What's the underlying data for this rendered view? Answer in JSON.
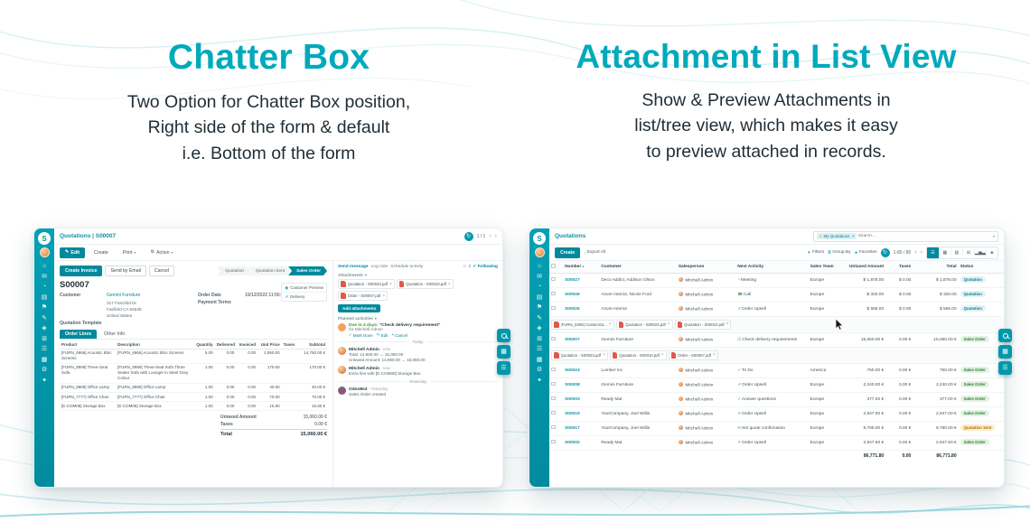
{
  "hero": {
    "left": {
      "title": "Chatter Box",
      "lines": [
        "Two Option for Chatter Box position,",
        "Right side of the form & default",
        "i.e. Bottom of the form"
      ]
    },
    "right": {
      "title": "Attachment in List View",
      "lines": [
        "Show & Preview Attachments in",
        "list/tree view, which makes it easy",
        "to preview attached in records."
      ]
    }
  },
  "colors": {
    "brand": "#00a9bc",
    "sidebar_teal": "#0298ac",
    "primary_button": "#02899c",
    "pdf_red": "#e2574c",
    "status_green": "#2e7d32",
    "status_orange": "#b26a00"
  },
  "icons": {
    "filters": "▼",
    "group_by": "≣",
    "favorites": "★",
    "download": "↓",
    "refresh": "↻",
    "prev": "‹",
    "next": "›",
    "sort_asc": "▴",
    "edit_pencil": "✎",
    "gear": "⚙",
    "caret": "▾",
    "views": {
      "list": "☰",
      "kanban": "▦",
      "calendar": "▤",
      "pivot": "⊞",
      "graph": "▂▅▃",
      "map": "◈"
    }
  },
  "sidebar": {
    "logo": "S",
    "icons": [
      {
        "name": "home-icon",
        "glyph": "⌂"
      },
      {
        "name": "discuss-icon",
        "glyph": "✉"
      },
      {
        "name": "clock-icon",
        "glyph": "◔"
      },
      {
        "name": "dashboard-icon",
        "glyph": "▤"
      },
      {
        "name": "flag-icon",
        "glyph": "⚑"
      },
      {
        "name": "notes-icon",
        "glyph": "✎"
      },
      {
        "name": "inventory-icon",
        "glyph": "◈"
      },
      {
        "name": "apps-grid-icon",
        "glyph": "⊞"
      },
      {
        "name": "menu-icon",
        "glyph": "☰"
      },
      {
        "name": "kanban-icon",
        "glyph": "▦"
      },
      {
        "name": "settings-icon",
        "glyph": "⚙"
      },
      {
        "name": "star-icon",
        "glyph": "✦"
      }
    ]
  },
  "form_app": {
    "breadcrumb": "Quotations | S00007",
    "pager": "1 / 1",
    "toolbar": {
      "edit": "Edit",
      "create": "Create",
      "print": "Print",
      "action": "Action"
    },
    "header_buttons": {
      "create_invoice": "Create Invoice",
      "send_by_email": "Send by Email",
      "cancel": "Cancel"
    },
    "statusbar": [
      {
        "label": "Quotation",
        "active": false
      },
      {
        "label": "Quotation Sent",
        "active": false
      },
      {
        "label": "Sales Order",
        "active": true
      }
    ],
    "stat_buttons": [
      {
        "label": "Customer Preview"
      },
      {
        "label": "Delivery"
      }
    ],
    "record_name": "S00007",
    "fields": {
      "customer_label": "Customer",
      "customer_name": "Gemini Furniture",
      "address_lines": [
        "317 Fairchild Dr",
        "Fairfield CA 94535",
        "United States"
      ],
      "order_date_label": "Order Date",
      "order_date": "10/12/2022 11:50:23",
      "payment_terms_label": "Payment Terms",
      "quotation_template_label": "Quotation Template"
    },
    "tabs": [
      {
        "label": "Order Lines",
        "active": true
      },
      {
        "label": "Other Info",
        "active": false
      }
    ],
    "order_lines": {
      "headers": [
        "Product",
        "Description",
        "Quantity",
        "Delivered",
        "Invoiced",
        "Unit Price",
        "Taxes",
        "Subtotal"
      ],
      "rows": [
        {
          "product": "[FURN_6666] Acoustic Bloc Screens",
          "description": "[FURN_6666] Acoustic Bloc Screens",
          "quantity": "5.00",
          "delivered": "0.00",
          "invoiced": "0.00",
          "unit_price": "2,950.00",
          "taxes": "",
          "subtotal": "14,750.00 €"
        },
        {
          "product": "[FURN_8999] Three-Seat Sofa",
          "description": "[FURN_8999] Three-Seat Sofa Three Seater Sofa with Lounger in Steel Grey Colour",
          "quantity": "1.00",
          "delivered": "0.00",
          "invoiced": "0.00",
          "unit_price": "170.00",
          "taxes": "",
          "subtotal": "170.00 €"
        },
        {
          "product": "[FURN_8888] Office Lamp",
          "description": "[FURN_8888] Office Lamp",
          "quantity": "1.00",
          "delivered": "0.00",
          "invoiced": "0.00",
          "unit_price": "40.00",
          "taxes": "",
          "subtotal": "40.00 €"
        },
        {
          "product": "[FURN_7777] Office Chair",
          "description": "[FURN_7777] Office Chair",
          "quantity": "1.00",
          "delivered": "0.00",
          "invoiced": "0.00",
          "unit_price": "70.00",
          "taxes": "",
          "subtotal": "70.00 €"
        },
        {
          "product": "[E-COM08] Storage Box",
          "description": "[E-COM08] Storage Box",
          "quantity": "1.00",
          "delivered": "0.00",
          "invoiced": "0.00",
          "unit_price": "15.80",
          "taxes": "",
          "subtotal": "15.80 €"
        }
      ]
    },
    "totals": {
      "untaxed_label": "Untaxed Amount",
      "untaxed": "15,060.00 €",
      "taxes_label": "Taxes",
      "taxes": "0.00 €",
      "total_label": "Total",
      "total": "15,060.00 €"
    },
    "chatter": {
      "send_message": "Send message",
      "log_note": "Log note",
      "schedule_activity": "Schedule activity",
      "followers_count": "2",
      "following": "Following",
      "attachments_label": "Attachments",
      "attachments": [
        "Quotation - S00023.pdf",
        "Quotation - S00010.pdf",
        "Order - S00007.pdf"
      ],
      "add_attachments": "Add attachments",
      "planned_activities_label": "Planned activities",
      "activity": {
        "due": "Due in 4 days:",
        "summary": "\"Check delivery requirement\"",
        "assignee": "for Mitchell Admin",
        "mark_done": "Mark Done",
        "edit": "Edit",
        "cancel": "Cancel"
      },
      "today_label": "Today",
      "yesterday_label": "Yesterday",
      "messages": [
        {
          "author": "Mitchell Admin",
          "time": "- now",
          "lines": [
            "Total: 14,960.00 → 15,060.00",
            "Untaxed Amount: 14,960.00 → 15,060.00"
          ]
        },
        {
          "author": "Mitchell Admin",
          "time": "- now",
          "lines": [
            "Extra line with [E-COM08] Storage Box"
          ]
        },
        {
          "author": "OdooBot",
          "time": "- Yesterday",
          "lines": [
            "Sales Order created"
          ]
        }
      ]
    }
  },
  "list_app": {
    "breadcrumb": "Quotations",
    "search": {
      "facet": "My Quotations",
      "remove": "×",
      "placeholder": "Search..."
    },
    "create_button": "Create",
    "export_all": "Export All",
    "filters": "Filters",
    "group_by": "Group By",
    "favorites": "Favorites",
    "pager": "1-80 / 80",
    "columns": [
      "Number",
      "Customer",
      "Salesperson",
      "Next Activity",
      "Sales Team",
      "Untaxed Amount",
      "Taxes",
      "Total",
      "Status"
    ],
    "rows1": [
      {
        "number": "S00027",
        "customer": "Deco Addict, Addison Olson",
        "salesperson": "Mitchell Admin",
        "activity_glyph": "◔",
        "activity": "Meeting",
        "team": "Europe",
        "untaxed": "$ 1,878.00",
        "taxes": "$ 0.00",
        "total": "$ 1,878.00",
        "status": "Quotation"
      },
      {
        "number": "S00026",
        "customer": "Azure Interior, Nicole Ford",
        "salesperson": "Mitchell Admin",
        "activity_glyph": "☎",
        "activity": "Call",
        "team": "Europe",
        "untaxed": "$ 320.00",
        "taxes": "$ 0.00",
        "total": "$ 320.00",
        "status": "Quotation"
      },
      {
        "number": "S00025",
        "customer": "Azure Interior",
        "salesperson": "Mitchell Admin",
        "activity_glyph": "⇗",
        "activity": "Order Upsell",
        "team": "Europe",
        "untaxed": "$ 566.00",
        "taxes": "$ 0.00",
        "total": "$ 566.00",
        "status": "Quotation"
      }
    ],
    "attach_row1": [
      "[FURN_0269] Customiza...",
      "Quotation - S00023.pdf",
      "Quotation - S00010.pdf"
    ],
    "rows2": [
      {
        "number": "S00007",
        "customer": "Gemini Furniture",
        "salesperson": "Mitchell Admin",
        "activity_glyph": "☑",
        "activity": "Check delivery requirements",
        "team": "Europe",
        "untaxed": "15,060.00 €",
        "taxes": "0.00 €",
        "total": "15,060.00 €",
        "status": "Sales Order"
      }
    ],
    "attach_row2": [
      "Quotation - S00023.pdf",
      "Quotation - S00010.pdf",
      "Order - S00007.pdf"
    ],
    "rows3": [
      {
        "number": "S00024",
        "customer": "Lumber Inc",
        "salesperson": "Mitchell Admin",
        "activity_glyph": "✓",
        "activity": "To Do",
        "team": "America",
        "untaxed": "750.00 €",
        "taxes": "0.00 €",
        "total": "750.00 €",
        "status": "Sales Order"
      },
      {
        "number": "S00008",
        "customer": "Gemini Furniture",
        "salesperson": "Mitchell Admin",
        "activity_glyph": "⇗",
        "activity": "Order Upsell",
        "team": "Europe",
        "untaxed": "2,240.00 €",
        "taxes": "0.00 €",
        "total": "2,240.00 €",
        "status": "Sales Order"
      },
      {
        "number": "S00003",
        "customer": "Ready Mat",
        "salesperson": "Mitchell Admin",
        "activity_glyph": "✓",
        "activity": "Answer questions",
        "team": "Europe",
        "untaxed": "377.00 €",
        "taxes": "0.00 €",
        "total": "377.00 €",
        "status": "Sales Order"
      },
      {
        "number": "S00019",
        "customer": "YourCompany, Joel Willis",
        "salesperson": "Mitchell Admin",
        "activity_glyph": "⇗",
        "activity": "Order Upsell",
        "team": "Europe",
        "untaxed": "2,947.00 €",
        "taxes": "0.00 €",
        "total": "2,947.00 €",
        "status": "Sales Order"
      },
      {
        "number": "S00017",
        "customer": "YourCompany, Joel Willis",
        "salesperson": "Mitchell Admin",
        "activity_glyph": "✉",
        "activity": "Set quote confirmation",
        "team": "Europe",
        "untaxed": "9,790.00 €",
        "taxes": "0.00 €",
        "total": "9,790.00 €",
        "status": "Quotation Sent"
      },
      {
        "number": "S00002",
        "customer": "Ready Mat",
        "salesperson": "Mitchell Admin",
        "activity_glyph": "⇗",
        "activity": "Order Upsell",
        "team": "Europe",
        "untaxed": "2,947.50 €",
        "taxes": "0.00 €",
        "total": "2,947.50 €",
        "status": "Sales Order"
      }
    ],
    "footer": {
      "untaxed": "86,771.80",
      "taxes": "0.00",
      "total": "86,771.80"
    }
  }
}
